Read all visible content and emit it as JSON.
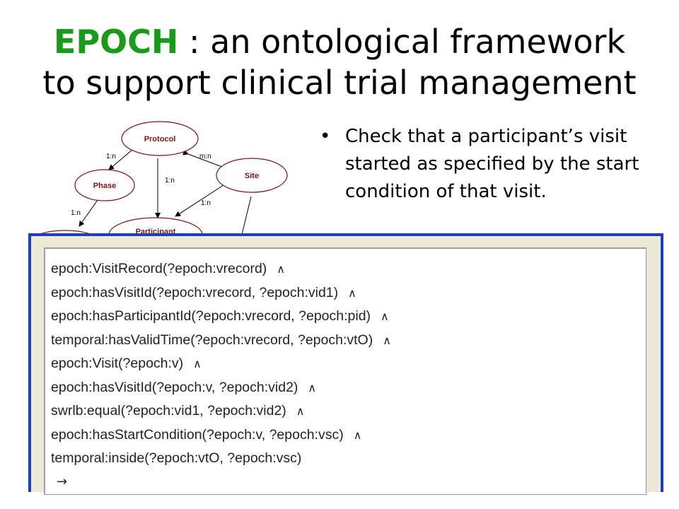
{
  "slide": {
    "title_accent": "EPOCH",
    "title_rest_line1": " : an ontological framework",
    "title_line2": "to support clinical trial management",
    "bullet_glyph": "•",
    "bullet_text": "Check that a participant’s visit started as specified by the start condition of that visit."
  },
  "diagram": {
    "nodes": {
      "protocol": "Protocol",
      "phase": "Phase",
      "site": "Site",
      "participant": "Participant"
    },
    "edges": {
      "protocol_phase": "1:n",
      "protocol_site": "m:n",
      "protocol_participant": "1:n",
      "site_participant": "1:n",
      "phase_down": "1:n"
    }
  },
  "rule": {
    "conjunction": "∧",
    "implies": "→",
    "atoms": [
      "epoch:VisitRecord(?epoch:vrecord)",
      "epoch:hasVisitId(?epoch:vrecord, ?epoch:vid1)",
      "epoch:hasParticipantId(?epoch:vrecord, ?epoch:pid)",
      "temporal:hasValidTime(?epoch:vrecord, ?epoch:vtO)",
      "epoch:Visit(?epoch:v)",
      "epoch:hasVisitId(?epoch:v, ?epoch:vid2)",
      "swrlb:equal(?epoch:vid1, ?epoch:vid2)",
      "epoch:hasStartCondition(?epoch:v, ?epoch:vsc)",
      "temporal:inside(?epoch:vtO, ?epoch:vsc)"
    ]
  }
}
